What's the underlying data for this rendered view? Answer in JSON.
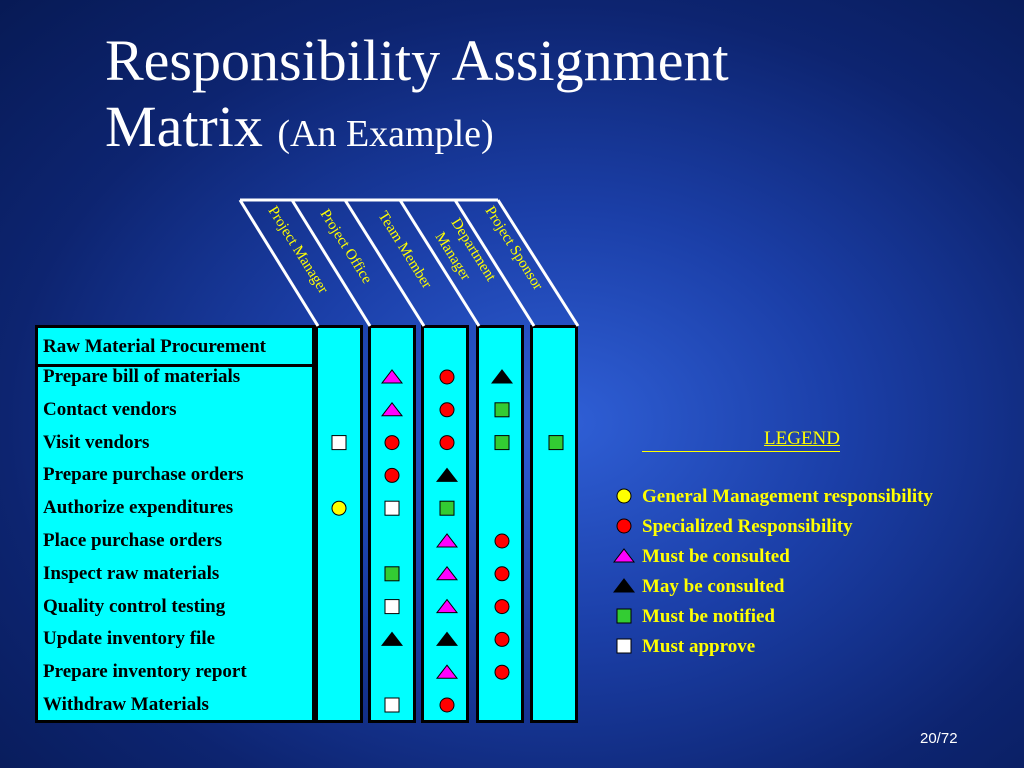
{
  "title": {
    "line1": "Responsibility Assignment",
    "line2": "Matrix",
    "subtitle": "(An Example)"
  },
  "matrix": {
    "section_header": "Raw Material Procurement",
    "roles": [
      "Project Manager",
      "Project Office",
      "Team Member",
      "Department Manager",
      "Project Sponsor"
    ],
    "tasks": [
      {
        "name": "Prepare bill of materials",
        "marks": [
          null,
          "consulted",
          "specialized",
          "may_consult",
          null
        ]
      },
      {
        "name": "Contact vendors",
        "marks": [
          null,
          "consulted",
          "specialized",
          "notified",
          null
        ]
      },
      {
        "name": "Visit vendors",
        "marks": [
          "approve",
          "specialized",
          "specialized",
          "notified",
          "notified"
        ]
      },
      {
        "name": "Prepare purchase orders",
        "marks": [
          null,
          "specialized",
          "may_consult",
          null,
          null
        ]
      },
      {
        "name": "Authorize expenditures",
        "marks": [
          "general",
          "approve",
          "notified",
          null,
          null
        ]
      },
      {
        "name": "Place purchase orders",
        "marks": [
          null,
          null,
          "consulted",
          "specialized",
          null
        ]
      },
      {
        "name": "Inspect raw materials",
        "marks": [
          null,
          "notified",
          "consulted",
          "specialized",
          null
        ]
      },
      {
        "name": "Quality control testing",
        "marks": [
          null,
          "approve",
          "consulted",
          "specialized",
          null
        ]
      },
      {
        "name": "Update inventory file",
        "marks": [
          null,
          "may_consult",
          "may_consult",
          "specialized",
          null
        ]
      },
      {
        "name": "Prepare inventory report",
        "marks": [
          null,
          null,
          "consulted",
          "specialized",
          null
        ]
      },
      {
        "name": "Withdraw Materials",
        "marks": [
          null,
          "approve",
          "specialized",
          null,
          null
        ]
      }
    ]
  },
  "legend": {
    "title": "LEGEND",
    "items": [
      {
        "key": "general",
        "shape": "circle",
        "color": "#ffff00",
        "label": "General Management responsibility"
      },
      {
        "key": "specialized",
        "shape": "circle",
        "color": "#ff0000",
        "label": "Specialized Responsibility"
      },
      {
        "key": "consulted",
        "shape": "triangle",
        "color": "#ff00ff",
        "label": "Must be consulted"
      },
      {
        "key": "may_consult",
        "shape": "triangle",
        "color": "#000000",
        "label": "May be consulted"
      },
      {
        "key": "notified",
        "shape": "square",
        "color": "#33cc33",
        "label": "Must be notified"
      },
      {
        "key": "approve",
        "shape": "square",
        "color": "#ffffff",
        "label": "Must approve"
      }
    ]
  },
  "page_number": "20/72"
}
